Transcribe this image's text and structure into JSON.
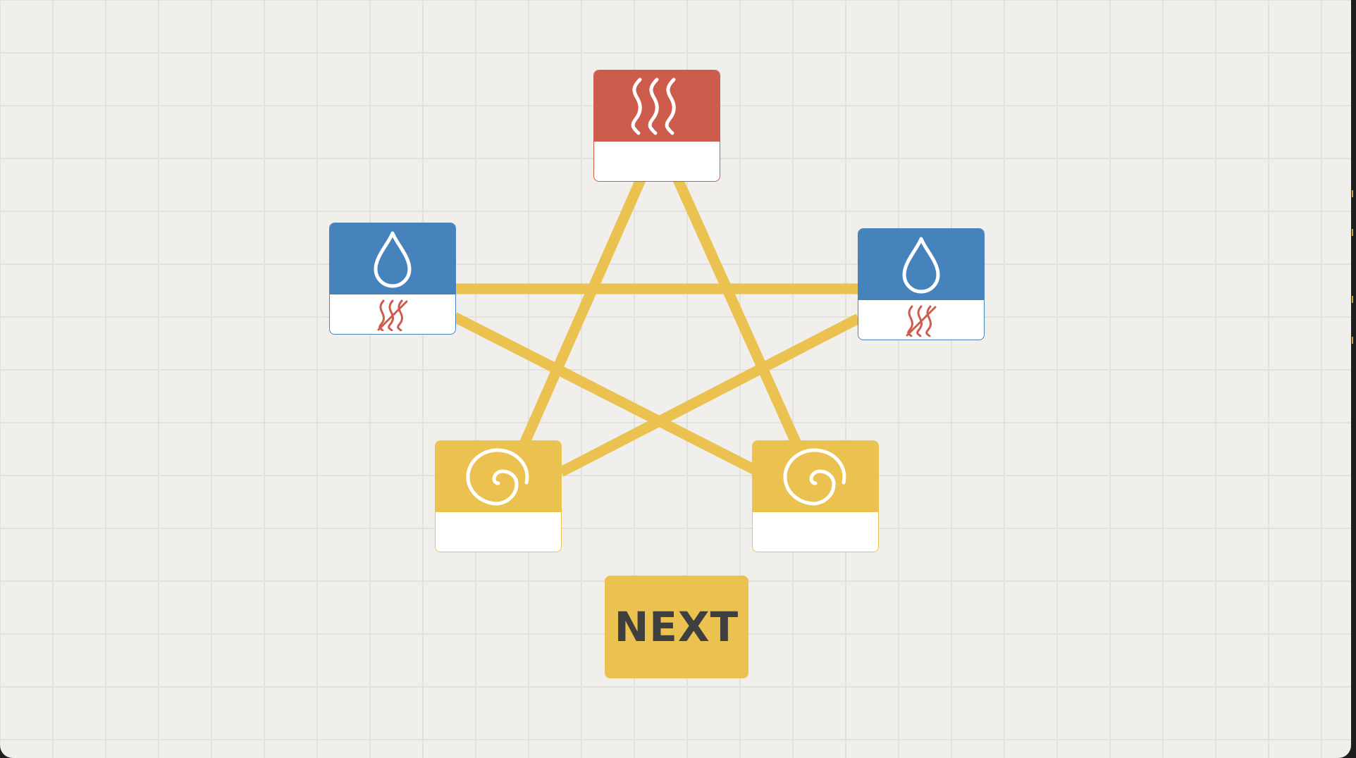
{
  "colors": {
    "heat": "#cd5c4c",
    "water": "#4683bd",
    "wind": "#ebc24f",
    "link": "#ebc24f",
    "background": "#f0efeb",
    "grid": "#e2e1dc"
  },
  "nodes": [
    {
      "id": "heat",
      "element": "heat",
      "icon": "heat-waves-icon",
      "weakness": null
    },
    {
      "id": "water-left",
      "element": "water",
      "icon": "water-drop-icon",
      "weakness": "no-heat-icon"
    },
    {
      "id": "water-right",
      "element": "water",
      "icon": "water-drop-icon",
      "weakness": "no-heat-icon"
    },
    {
      "id": "wind-left",
      "element": "wind",
      "icon": "wind-spiral-icon",
      "weakness": null
    },
    {
      "id": "wind-right",
      "element": "wind",
      "icon": "wind-spiral-icon",
      "weakness": null
    }
  ],
  "links": [
    [
      "heat",
      "wind-left"
    ],
    [
      "heat",
      "wind-right"
    ],
    [
      "water-left",
      "water-right"
    ],
    [
      "water-left",
      "wind-right"
    ],
    [
      "water-right",
      "wind-left"
    ]
  ],
  "controls": {
    "next_label": "NEXT"
  }
}
